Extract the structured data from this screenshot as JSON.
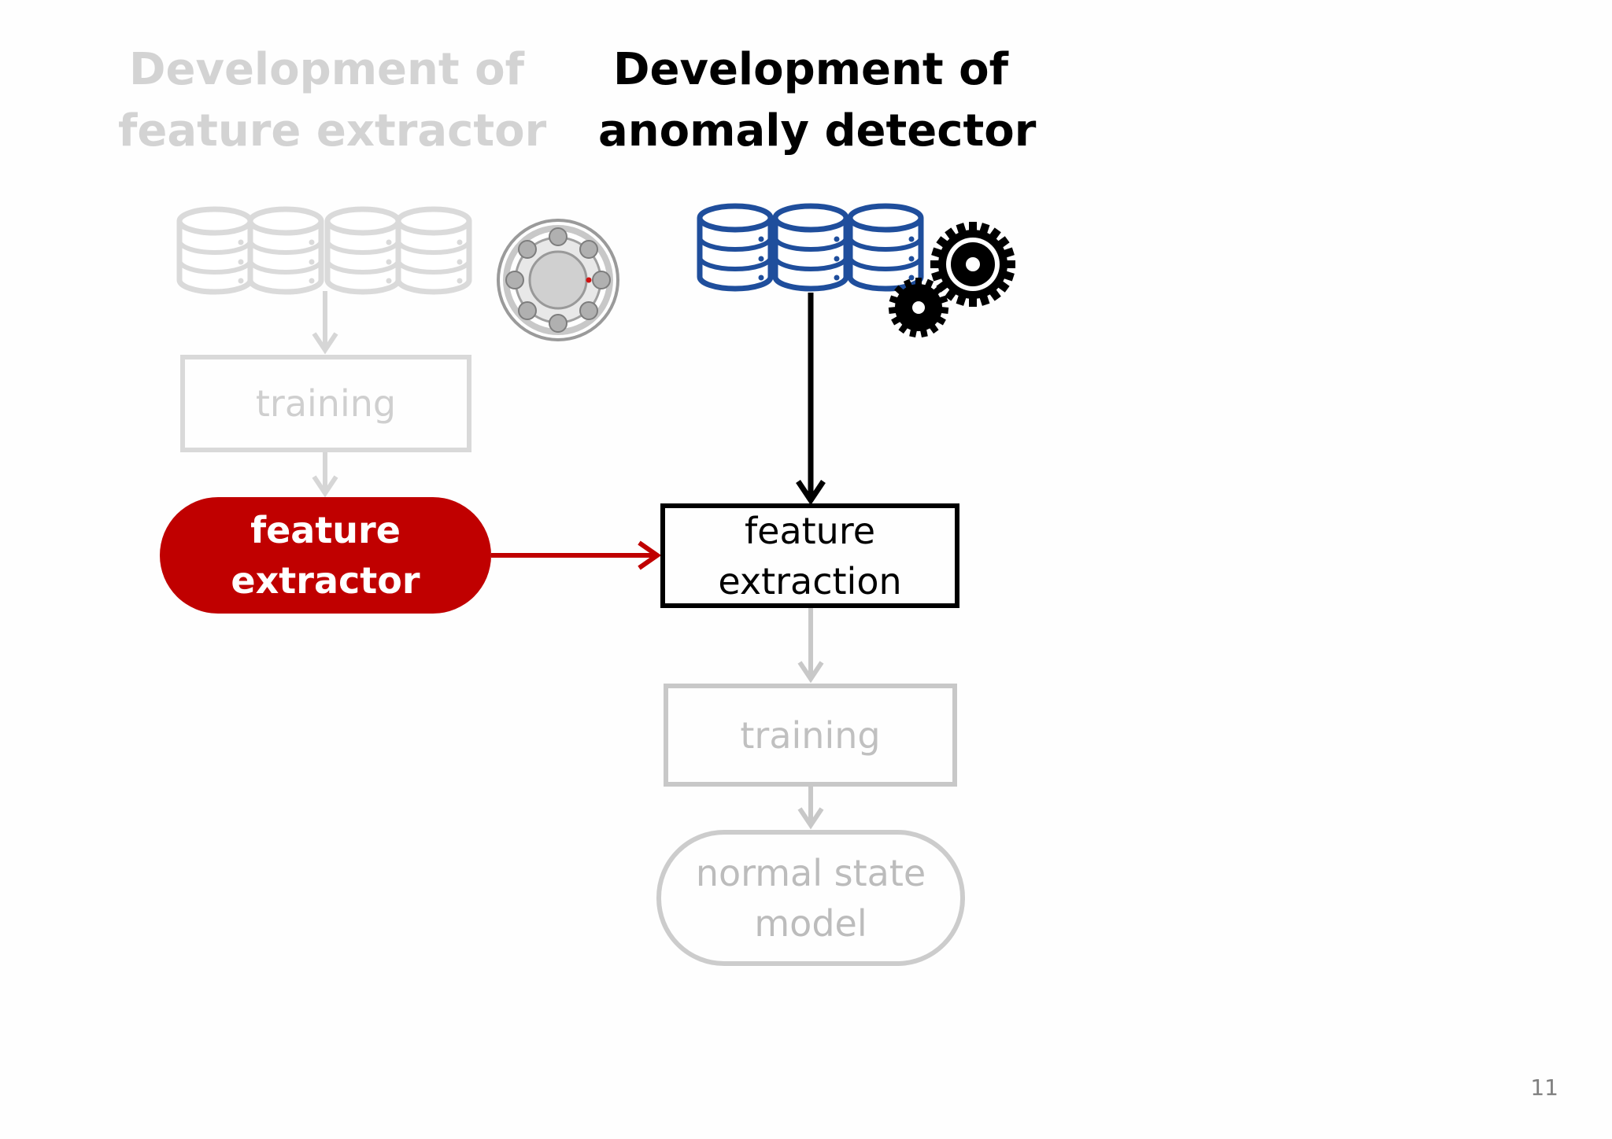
{
  "left_column": {
    "title_line1": "Development of",
    "title_line2": "feature extractor",
    "training_label": "training",
    "output_line1": "feature",
    "output_line2": "extractor"
  },
  "right_column": {
    "title_line1": "Development of",
    "title_line2": "anomaly detector",
    "extraction_line1": "feature",
    "extraction_line2": "extraction",
    "training_label": "training",
    "model_line1": "normal state",
    "model_line2": "model"
  },
  "page_number": "11",
  "colors": {
    "accent_red": "#c00000",
    "database_blue": "#1f4e9c",
    "faded_gray": "#d3d3d3",
    "active_black": "#000000"
  },
  "icons": [
    "database-icon",
    "ball-bearing-icon",
    "gears-icon"
  ]
}
